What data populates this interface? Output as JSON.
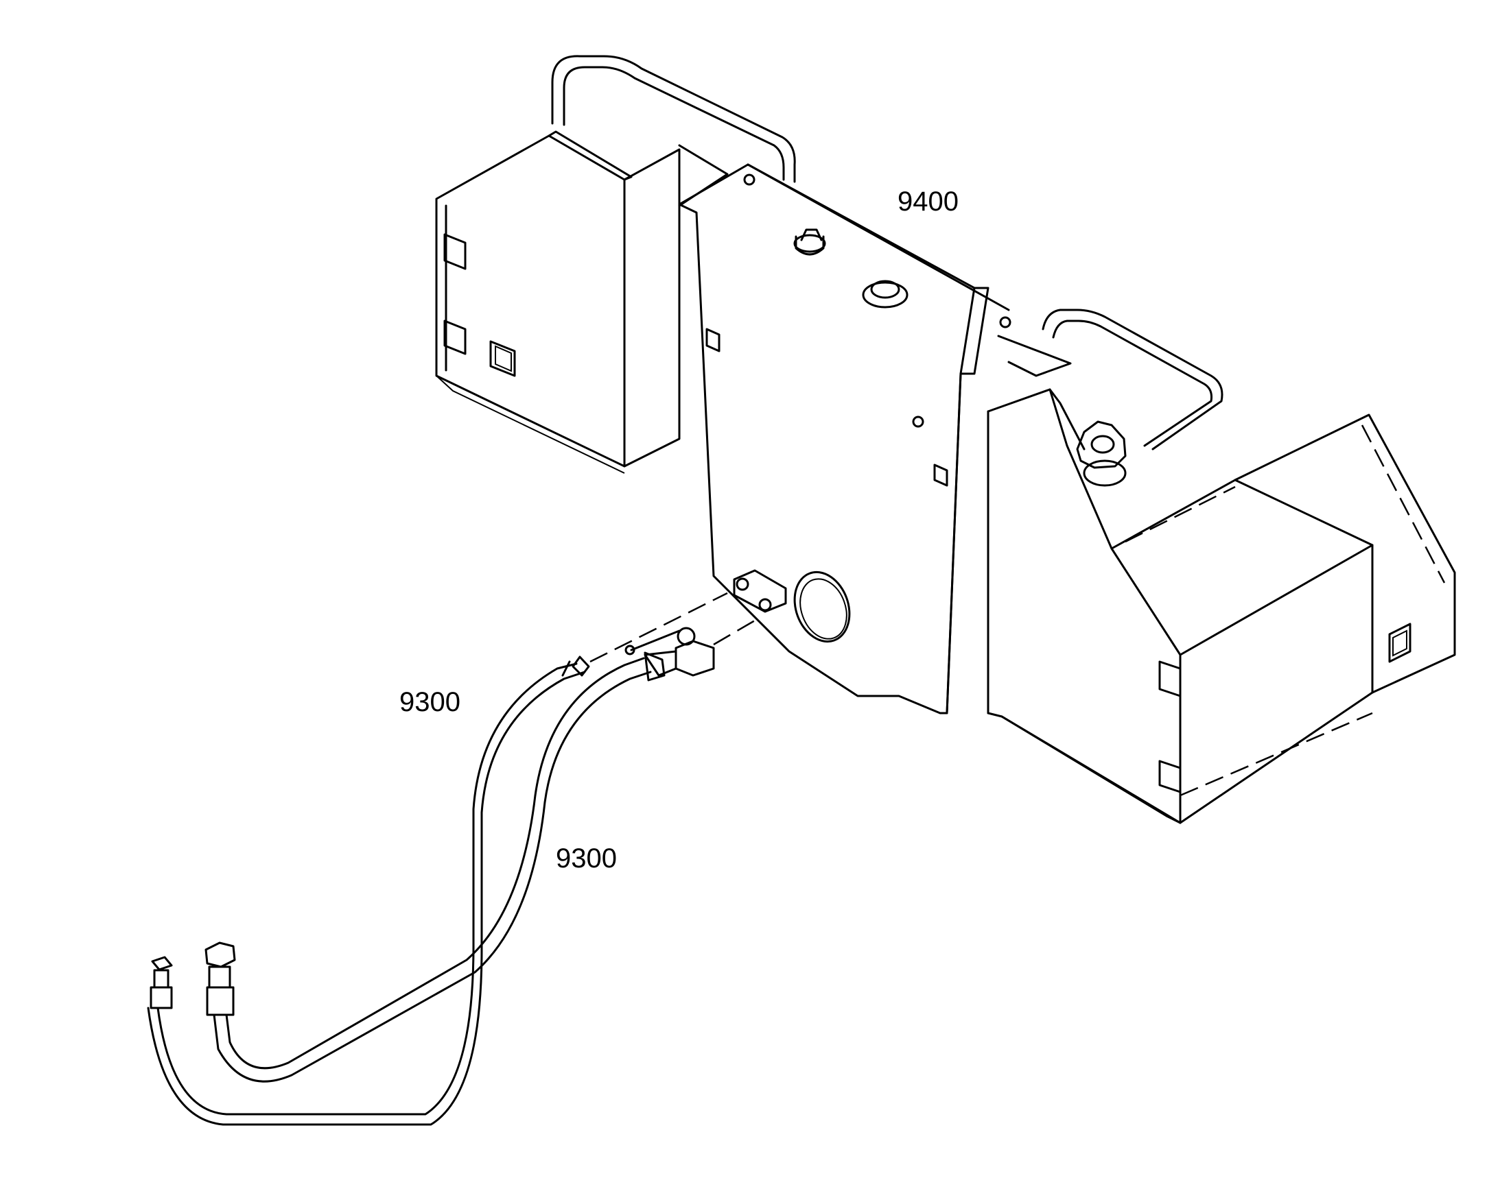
{
  "diagram": {
    "labels": {
      "tank": "9400",
      "hose_upper": "9300",
      "hose_lower": "9300"
    }
  }
}
